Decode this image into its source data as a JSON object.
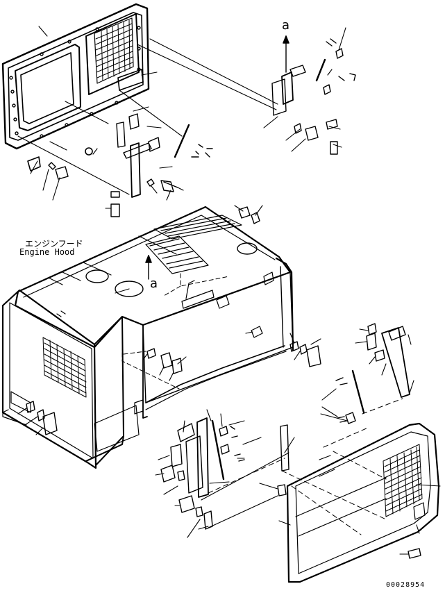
{
  "callout": {
    "jp": "エンジンフード",
    "en": "Engine Hood"
  },
  "view_marker_upper": "a",
  "view_marker_lower": "a",
  "drawing_number": "00028954",
  "colors": {
    "line": "#000000",
    "background": "#ffffff"
  }
}
